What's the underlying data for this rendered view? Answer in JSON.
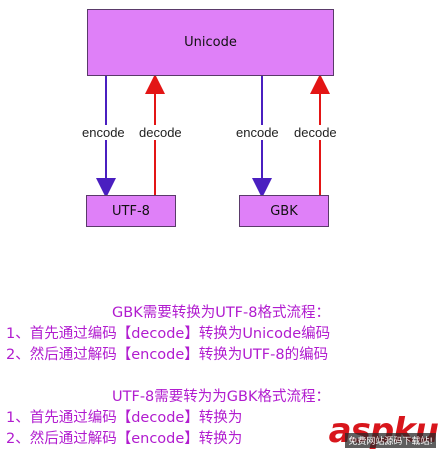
{
  "nodes": {
    "unicode": "Unicode",
    "utf8": "UTF-8",
    "gbk": "GBK"
  },
  "edges": {
    "encode": "encode",
    "decode": "decode"
  },
  "notes": {
    "section1_title": "GBK需要转换为UTF-8格式流程：",
    "section1_step1": "1、首先通过编码【decode】转换为Unicode编码",
    "section1_step2": "2、然后通过解码【encode】转换为UTF-8的编码",
    "section2_title": "UTF-8需要转为为GBK格式流程：",
    "section2_step1": "1、首先通过编码【decode】转换为",
    "section2_step2": "2、然后通过解码【encode】转换为"
  },
  "watermark": {
    "logo": "aspku",
    "caption": "免费网站源码下载站!"
  },
  "colors": {
    "box_fill": "#df80f8",
    "encode_arrow": "#4a1fc0",
    "decode_arrow": "#e31515",
    "note_text": "#b11ccf"
  }
}
